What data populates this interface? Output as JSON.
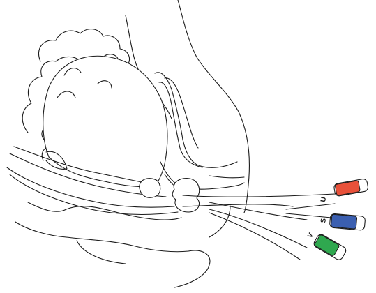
{
  "labels": {
    "u": "U",
    "s": "S",
    "v": "V"
  },
  "colors": {
    "u_tube": "#e8513a",
    "s_tube": "#3b5fb0",
    "v_tube": "#2fa84f",
    "line": "#1a1a1a",
    "background": "#ffffff"
  }
}
